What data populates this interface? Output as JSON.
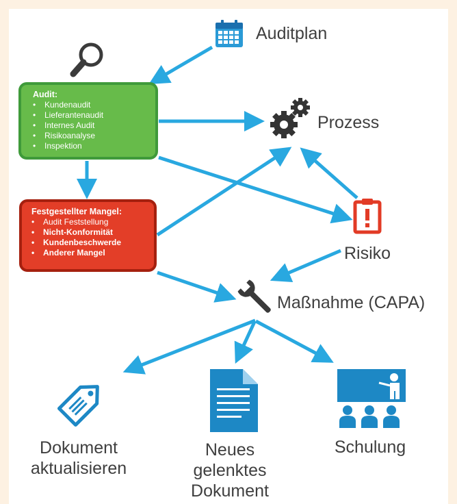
{
  "nodes": {
    "auditplan": "Auditplan",
    "prozess": "Prozess",
    "risiko": "Risiko",
    "massnahme": "Maßnahme (CAPA)",
    "dokument_aktualisieren": [
      "Dokument",
      "aktualisieren"
    ],
    "neues_dokument": [
      "Neues",
      "gelenktes",
      "Dokument"
    ],
    "schulung": "Schulung"
  },
  "audit_box": {
    "title": "Audit:",
    "items": [
      "Kundenaudit",
      "Lieferantenaudit",
      "Internes Audit",
      "Risikoanalyse",
      "Inspektion"
    ]
  },
  "mangel_box": {
    "title": "Festgestellter Mangel:",
    "items": [
      "Audit Feststellung",
      "Nicht-Konformität",
      "Kundenbeschwerde",
      "Anderer Mangel"
    ]
  },
  "colors": {
    "arrow": "#29a8e0",
    "audit_fill": "#67bb4a",
    "mangel_fill": "#e33e28",
    "icon_blue": "#1d88c5",
    "risk_red": "#e23b26",
    "text": "#3f3f3f"
  },
  "icons": {
    "auditplan": "calendar-icon",
    "audit": "magnifier-icon",
    "prozess": "gears-icon",
    "risiko": "clipboard-alert-icon",
    "massnahme": "wrench-icon",
    "dokument_aktualisieren": "tag-icon",
    "neues_dokument": "document-icon",
    "schulung": "training-icon"
  }
}
